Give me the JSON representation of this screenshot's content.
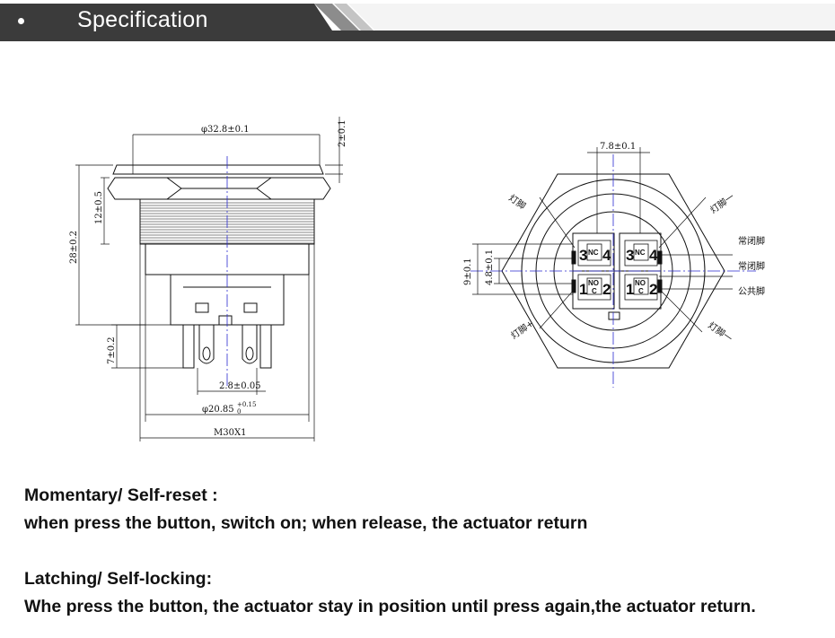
{
  "header": {
    "title": "Specification",
    "bg_color": "#3a3a3a",
    "stripe_color": "#9a9a9a"
  },
  "side_view": {
    "dim_head_diameter": "φ32.8±0.1",
    "dim_head_height": "2±0.1",
    "dim_nut_height": "12±0.5",
    "dim_total_length": "28±0.2",
    "dim_terminal_length": "7±0.2",
    "dim_terminal_pitch": "2.8±0.05",
    "dim_body_diameter": "φ20.85",
    "dim_body_tol_upper": "+0.15",
    "dim_body_tol_lower": "0",
    "dim_thread": "M30X1"
  },
  "bottom_view": {
    "dim_width": "7.8±0.1",
    "dim_height_outer": "9±0.1",
    "dim_height_inner": "4.8±0.1",
    "label_lamp_left_top": "灯脚",
    "label_lamp_right_top": "灯脚一",
    "label_lamp_left_bottom": "灯脚+",
    "label_lamp_right_bottom": "灯脚一",
    "label_nc": "常闭脚",
    "label_no": "常闭脚",
    "label_com": "公共脚",
    "pins_left": [
      "3",
      "4",
      "1",
      "2"
    ],
    "pins_right": [
      "3",
      "4",
      "1",
      "2"
    ],
    "tag_nc": "NC",
    "tag_no_top": "NO",
    "tag_no_bottom": "C"
  },
  "text": {
    "momentary_title": "Momentary/ Self-reset :",
    "momentary_desc": "when press the button, switch on; when release, the actuator return",
    "latching_title": "Latching/ Self-locking:",
    "latching_desc": "Whe press the button, the actuator stay in position until press again,the actuator return."
  }
}
